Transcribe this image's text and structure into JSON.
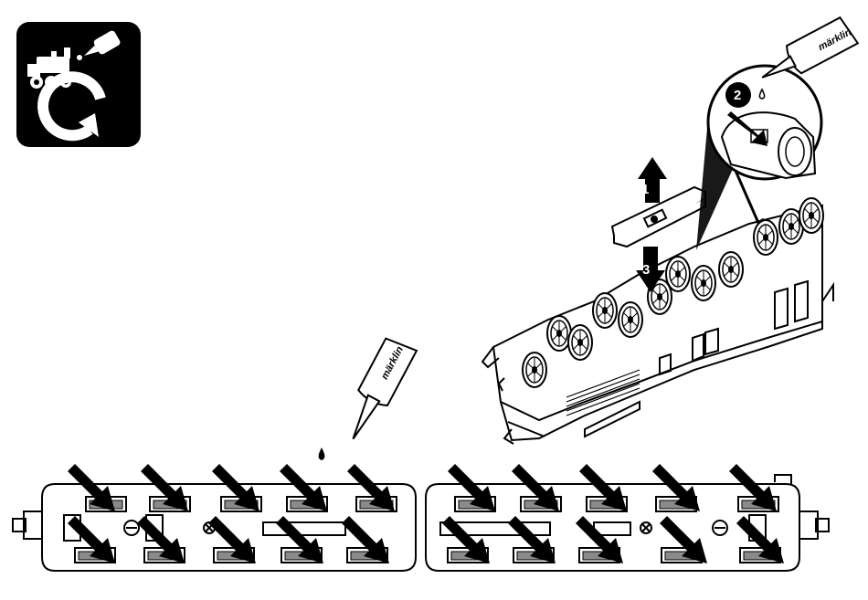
{
  "diagram": {
    "steps": [
      {
        "id": "step-1",
        "label": "1"
      },
      {
        "id": "step-3",
        "label": "3"
      },
      {
        "id": "step-2",
        "label": "2"
      }
    ],
    "bottle_brand": "märklin",
    "icon": "maintenance-lubrication-icon",
    "colors": {
      "ink": "#000000",
      "gray": "#8a8a8a",
      "paper": "#ffffff"
    }
  }
}
